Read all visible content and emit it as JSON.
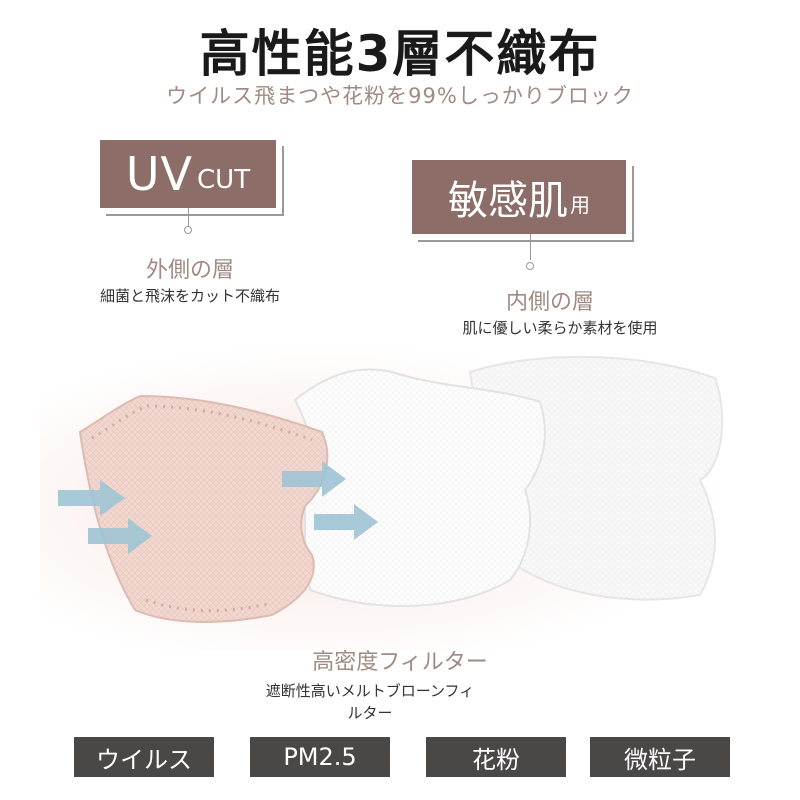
{
  "header": {
    "title": "高性能3層不織布",
    "subtitle": "ウイルス飛まつや花粉を99%しっかりブロック"
  },
  "outer_layer": {
    "badge_main": "UV",
    "badge_sub": "CUT",
    "title": "外側の層",
    "description": "細菌と飛沫をカット不織布"
  },
  "inner_layer": {
    "badge_main": "敏感肌",
    "badge_sub": "用",
    "title": "内側の層",
    "description": "肌に優しい柔らか素材を使用"
  },
  "filter_layer": {
    "title": "高密度フィルター",
    "description_line1": "遮断性高いメルトブローンフィ",
    "description_line2": "ルター"
  },
  "tags": [
    "ウイルス",
    "PM2.5",
    "花粉",
    "微粒子"
  ],
  "colors": {
    "badge_bg": "#8c6d68",
    "accent_text": "#a08a82",
    "tag_bg": "#4a4747",
    "outer_mask": "#f2d9d1",
    "arrow": "#9fc4d4"
  }
}
